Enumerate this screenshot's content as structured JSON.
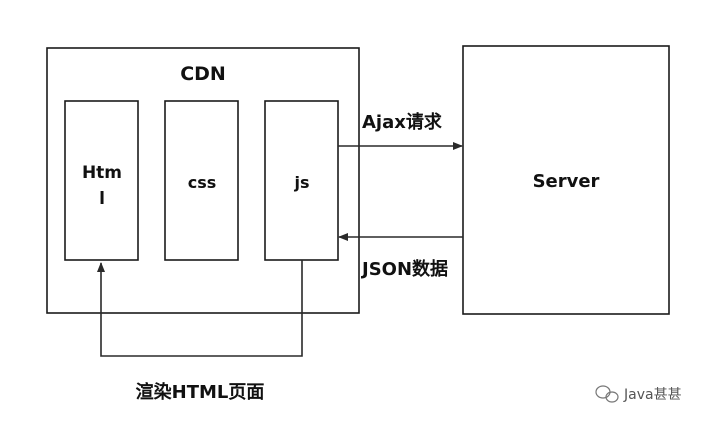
{
  "cdn": {
    "title": "CDN"
  },
  "files": {
    "html_line1": "Htm",
    "html_line2": "l",
    "css": "css",
    "js": "js"
  },
  "server": {
    "label": "Server"
  },
  "flows": {
    "ajax_request": "Ajax请求",
    "json_data": "JSON数据",
    "render_html": "渲染HTML页面"
  },
  "watermark": {
    "text": "Java甚甚",
    "icon": "wechat-icon"
  },
  "colors": {
    "stroke": "#1a1a1a",
    "text": "#111111",
    "watermark": "#555555"
  }
}
